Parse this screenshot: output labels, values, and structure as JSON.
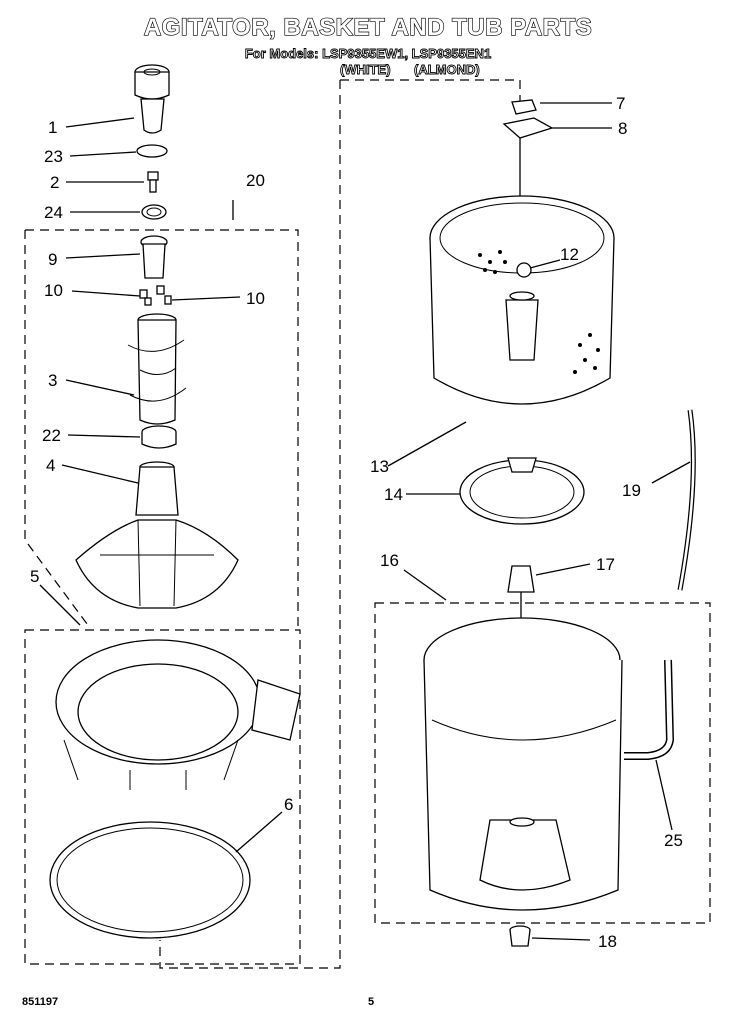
{
  "title": "AGITATOR, BASKET AND TUB PARTS",
  "subtitle": "For Models: LSP9355EW1, LSP9355EN1",
  "variant_white": "(WHITE)",
  "variant_almond": "(ALMOND)",
  "footer_code": "851197",
  "page_number": "5",
  "callouts": {
    "c1": "1",
    "c2": "2",
    "c3": "3",
    "c4": "4",
    "c5": "5",
    "c6": "6",
    "c7": "7",
    "c8": "8",
    "c9": "9",
    "c10a": "10",
    "c10b": "10",
    "c12": "12",
    "c13": "13",
    "c14": "14",
    "c16": "16",
    "c17": "17",
    "c18": "18",
    "c19": "19",
    "c20": "20",
    "c22": "22",
    "c23": "23",
    "c24": "24",
    "c25": "25"
  }
}
